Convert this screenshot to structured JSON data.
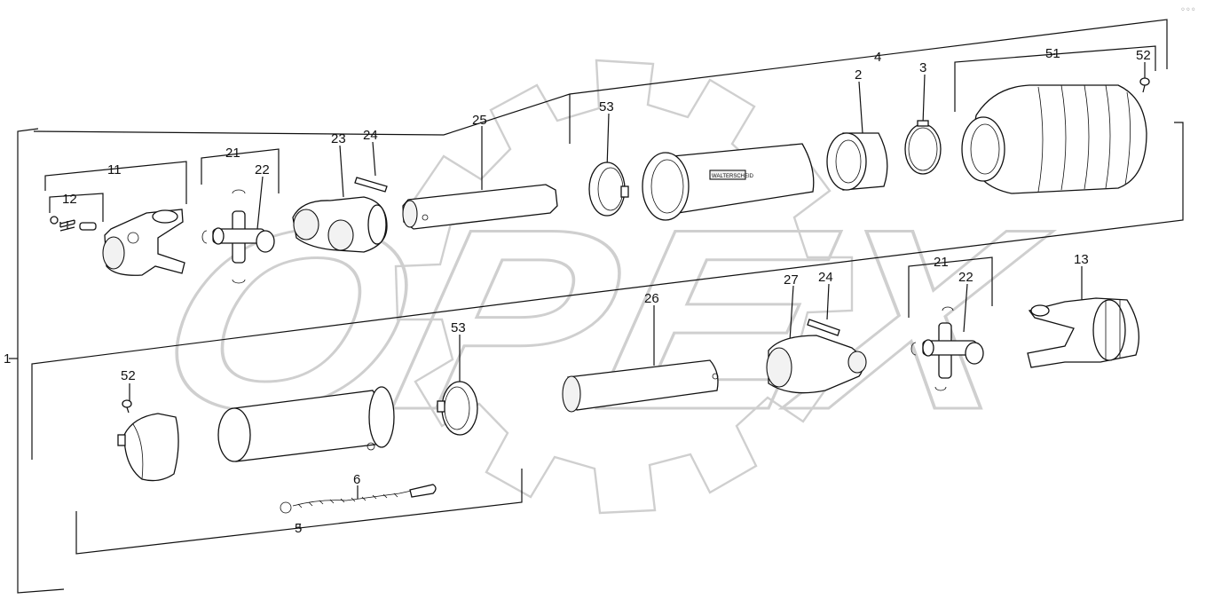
{
  "watermark": {
    "text": "OPEX",
    "color": "#cfcfcf"
  },
  "corner_dots": "◦◦◦",
  "labels": {
    "l1": "1",
    "l2": "2",
    "l3": "3",
    "l4": "4",
    "l5": "5",
    "l6": "6",
    "l11": "11",
    "l12": "12",
    "l13": "13",
    "l21a": "21",
    "l22a": "22",
    "l21b": "21",
    "l22b": "22",
    "l23": "23",
    "l24a": "24",
    "l24b": "24",
    "l25": "25",
    "l26": "26",
    "l27": "27",
    "l51": "51",
    "l52a": "52",
    "l52b": "52",
    "l53a": "53",
    "l53b": "53"
  },
  "tube_marking": "WALTERSCHEID"
}
